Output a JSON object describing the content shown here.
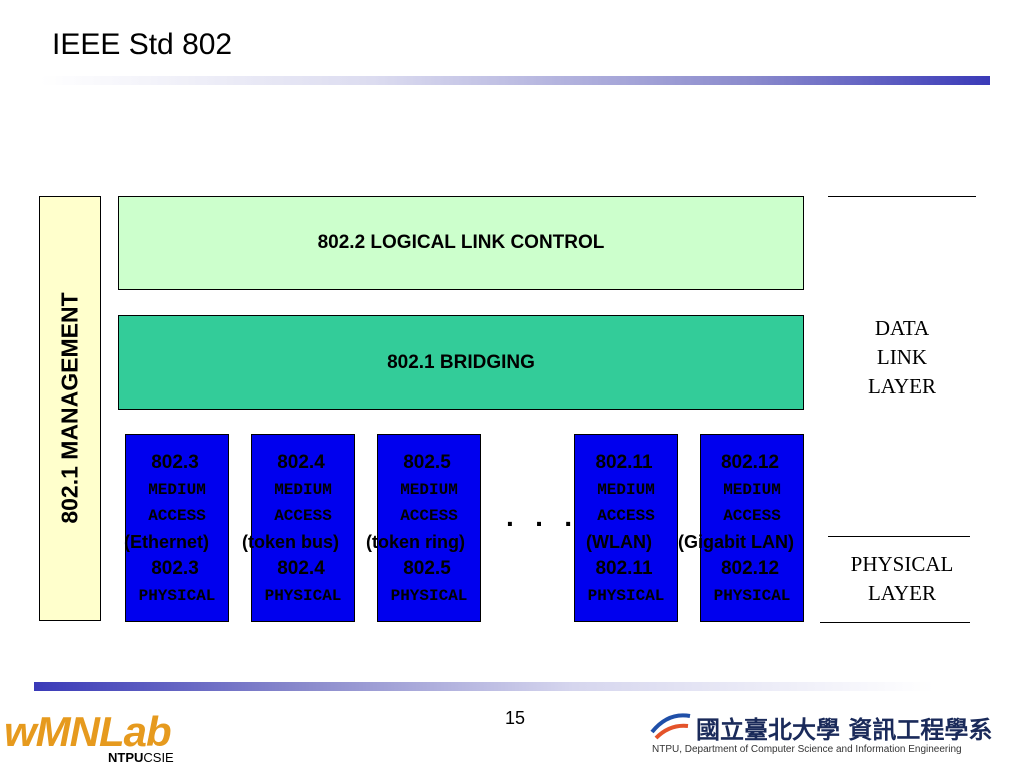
{
  "slide": {
    "title": "IEEE Std 802",
    "page_number": "15"
  },
  "management": {
    "label": "802.1 MANAGEMENT"
  },
  "llc": {
    "label": "802.2 LOGICAL LINK CONTROL"
  },
  "bridging": {
    "label": "802.1 BRIDGING"
  },
  "standards": [
    {
      "number": "802.3",
      "mac_line1": "MEDIUM",
      "mac_line2": "ACCESS",
      "network": "(Ethernet)",
      "phy_number": "802.3",
      "phy_label": "PHYSICAL"
    },
    {
      "number": "802.4",
      "mac_line1": "MEDIUM",
      "mac_line2": "ACCESS",
      "network": "(token bus)",
      "phy_number": "802.4",
      "phy_label": "PHYSICAL"
    },
    {
      "number": "802.5",
      "mac_line1": "MEDIUM",
      "mac_line2": "ACCESS",
      "network": "(token ring)",
      "phy_number": "802.5",
      "phy_label": "PHYSICAL"
    },
    {
      "number": "802.11",
      "mac_line1": "MEDIUM",
      "mac_line2": "ACCESS",
      "network": "(WLAN)",
      "phy_number": "802.11",
      "phy_label": "PHYSICAL"
    },
    {
      "number": "802.12",
      "mac_line1": "MEDIUM",
      "mac_line2": "ACCESS",
      "network": "(Gigabit LAN)",
      "phy_number": "802.12",
      "phy_label": "PHYSICAL"
    }
  ],
  "ellipsis": "· · ·",
  "layers": {
    "data_link": [
      "DATA",
      "LINK",
      "LAYER"
    ],
    "physical": [
      "PHYSICAL",
      "LAYER"
    ]
  },
  "footer": {
    "left_logo_text": "wMNLab",
    "left_logo_sub_1": "NTPU",
    "left_logo_sub_2": "CSIE",
    "right_logo_cn": "國立臺北大學 資訊工程學系",
    "right_logo_en": "NTPU, Department of Computer Science and Information Engineering"
  },
  "colors": {
    "management_fill": "#ffffcc",
    "llc_fill": "#ccffcc",
    "bridging_fill": "#33cc99",
    "standard_box_fill": "#0000ee"
  }
}
